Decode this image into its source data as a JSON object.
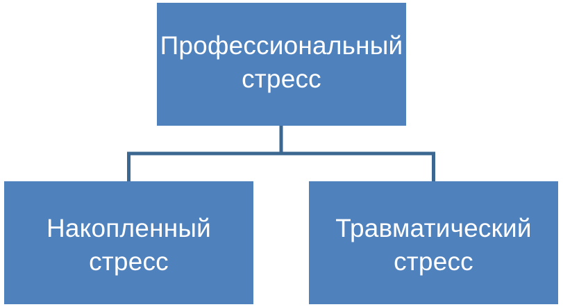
{
  "diagram": {
    "root": {
      "label": "Профессиональный\nстресс"
    },
    "children": [
      {
        "label": "Накопленный\nстресс"
      },
      {
        "label": "Травматический\nстресс"
      }
    ]
  },
  "colors": {
    "box_fill": "#4f81bd",
    "box_text": "#ffffff",
    "connector": "#3b6790",
    "background": "#ffffff"
  }
}
